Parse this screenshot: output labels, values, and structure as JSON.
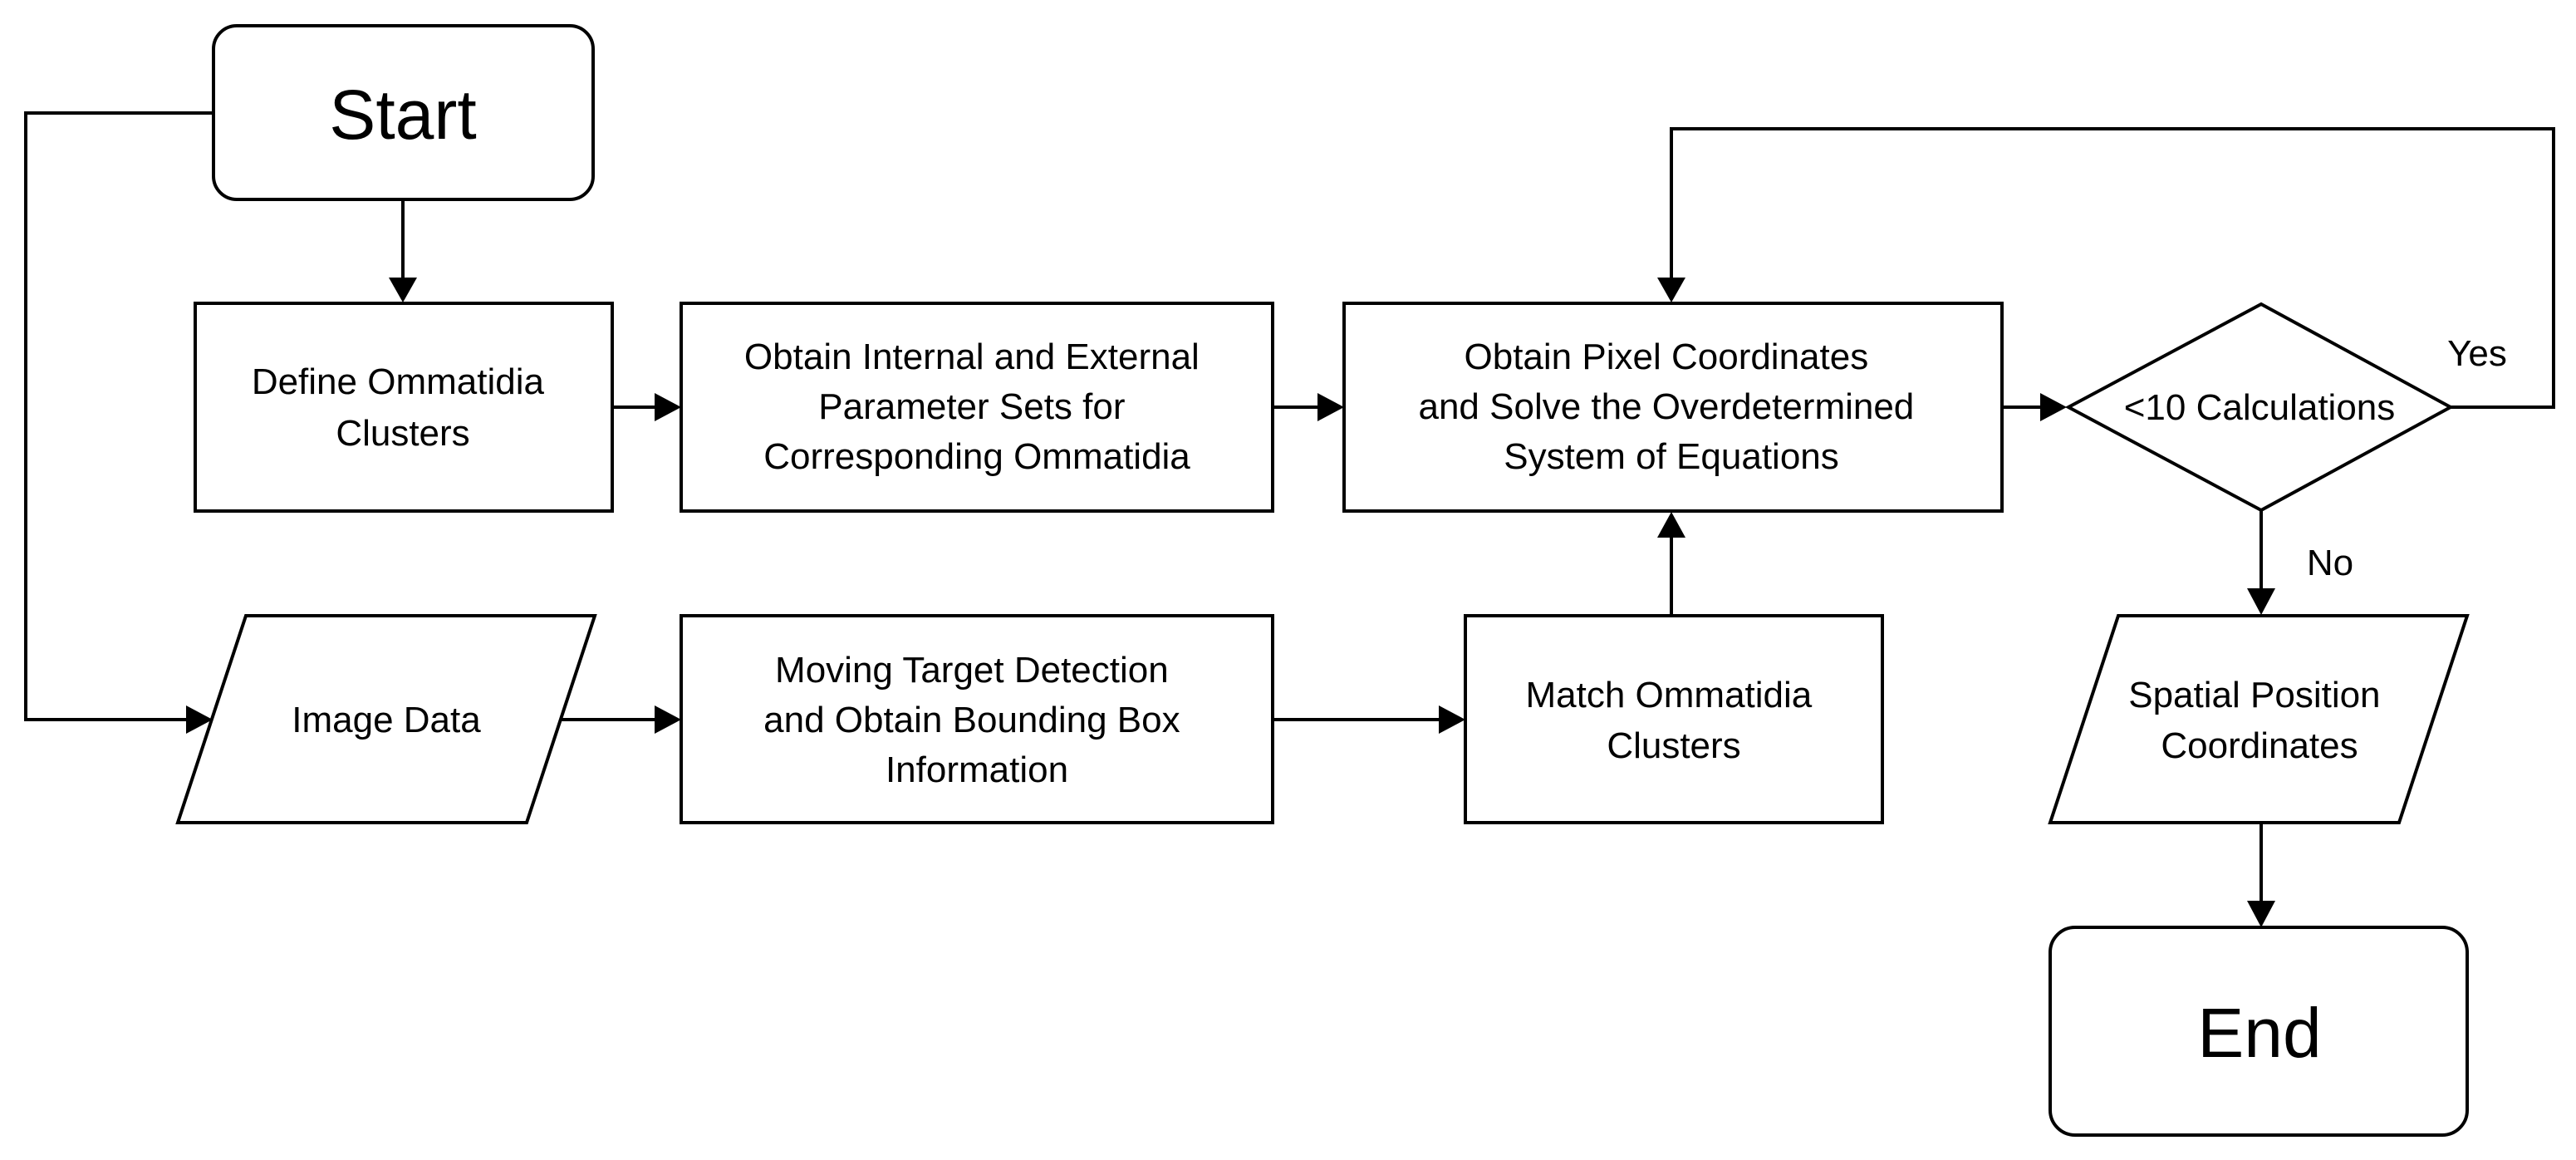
{
  "diagram": {
    "nodes": {
      "start": "Start",
      "define_clusters": [
        "Define Ommatidia",
        "Clusters"
      ],
      "obtain_params": [
        "Obtain Internal and External",
        "Parameter Sets for",
        "Corresponding Ommatidia"
      ],
      "obtain_pixel": [
        "Obtain Pixel Coordinates",
        "and Solve the Overdetermined",
        "System of Equations"
      ],
      "decision": "<10 Calculations",
      "image_data": "Image Data",
      "moving_target": [
        "Moving Target Detection",
        "and Obtain Bounding Box",
        "Information"
      ],
      "match_clusters": [
        "Match Ommatidia",
        "Clusters"
      ],
      "spatial_position": [
        "Spatial Position",
        "Coordinates"
      ],
      "end": "End"
    },
    "edge_labels": {
      "yes": "Yes",
      "no": "No"
    }
  }
}
